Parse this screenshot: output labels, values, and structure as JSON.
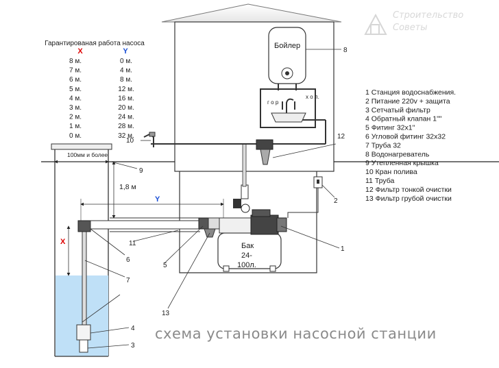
{
  "header": "Гарантированая работа насоса",
  "col_x": "X",
  "col_y": "Y",
  "table": [
    {
      "x": "8 м.",
      "y": "0 м."
    },
    {
      "x": "7 м.",
      "y": "4 м."
    },
    {
      "x": "6 м.",
      "y": "8 м."
    },
    {
      "x": "5 м.",
      "y": "12 м."
    },
    {
      "x": "4 м.",
      "y": "16 м."
    },
    {
      "x": "3 м.",
      "y": "20 м."
    },
    {
      "x": "2 м.",
      "y": "24 м."
    },
    {
      "x": "1 м.",
      "y": "28 м."
    },
    {
      "x": "0 м.",
      "y": "32 м."
    }
  ],
  "legend": [
    "1   Станция водоснабжения.",
    "2   Питание 220v + защита",
    "3   Сетчатый фильтр",
    "4   Обратный клапан 1\"\"",
    "5   Фитинг 32х1\"",
    "6   Угловой фитинг 32х32",
    "7   Труба 32",
    "8   Водонагреватель",
    "9   Утепленная крышка",
    "10  Кран полива",
    "11  Труба",
    "12  Фильтр тонкой очистки",
    "13  Фильтр грубой очистки"
  ],
  "labels": {
    "boiler": "Бойлер",
    "tank_line1": "Бак",
    "tank_line2": "24-",
    "tank_line3": "100л.",
    "cold": "х о л.",
    "hot": "г о р",
    "width": "100мм и более",
    "depth": "1,8 м",
    "dim_x": "X",
    "dim_y": "Y",
    "n1": "1",
    "n2": "2",
    "n3": "3",
    "n4": "4",
    "n5": "5",
    "n6": "6",
    "n7": "7",
    "n8": "8",
    "n9": "9",
    "n10": "10",
    "n11": "11",
    "n12": "12",
    "n13": "13"
  },
  "caption": "схема установки насосной станции",
  "watermark": {
    "line1": "Строительство",
    "line2": "Советы"
  },
  "colors": {
    "water": "#bfe0f7",
    "line": "#222222",
    "caption": "#8a8a8a"
  }
}
